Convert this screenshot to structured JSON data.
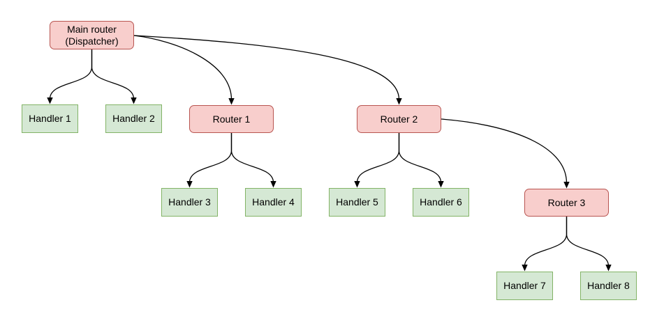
{
  "diagram": {
    "colors": {
      "background": "#ffffff",
      "router_fill": "#f8cecc",
      "router_stroke": "#b85450",
      "handler_fill": "#d5e8d4",
      "handler_stroke": "#82b366",
      "edge": "#000000",
      "text": "#000000"
    },
    "nodes": {
      "main": {
        "line1": "Main router",
        "line2": "(Dispatcher)",
        "type": "router"
      },
      "r1": {
        "label": "Router 1",
        "type": "router"
      },
      "r2": {
        "label": "Router 2",
        "type": "router"
      },
      "r3": {
        "label": "Router 3",
        "type": "router"
      },
      "h1": {
        "label": "Handler 1",
        "type": "handler"
      },
      "h2": {
        "label": "Handler 2",
        "type": "handler"
      },
      "h3": {
        "label": "Handler 3",
        "type": "handler"
      },
      "h4": {
        "label": "Handler 4",
        "type": "handler"
      },
      "h5": {
        "label": "Handler 5",
        "type": "handler"
      },
      "h6": {
        "label": "Handler 6",
        "type": "handler"
      },
      "h7": {
        "label": "Handler 7",
        "type": "handler"
      },
      "h8": {
        "label": "Handler 8",
        "type": "handler"
      }
    },
    "edges": [
      {
        "from": "main",
        "to": "h1"
      },
      {
        "from": "main",
        "to": "h2"
      },
      {
        "from": "main",
        "to": "r1"
      },
      {
        "from": "main",
        "to": "r2"
      },
      {
        "from": "r1",
        "to": "h3"
      },
      {
        "from": "r1",
        "to": "h4"
      },
      {
        "from": "r2",
        "to": "h5"
      },
      {
        "from": "r2",
        "to": "h6"
      },
      {
        "from": "r2",
        "to": "r3"
      },
      {
        "from": "r3",
        "to": "h7"
      },
      {
        "from": "r3",
        "to": "h8"
      }
    ]
  }
}
